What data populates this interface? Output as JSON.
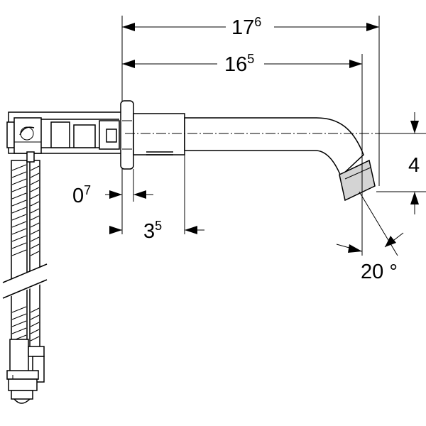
{
  "dimensions": {
    "overall_length": {
      "main": "17",
      "sup": "6"
    },
    "spout_length": {
      "main": "16",
      "sup": "5"
    },
    "outlet_height": {
      "main": "4"
    },
    "flange_thickness": {
      "main": "0",
      "sup": "7"
    },
    "body_depth": {
      "main": "3",
      "sup": "5"
    },
    "outlet_angle": {
      "main": "20 °"
    }
  }
}
